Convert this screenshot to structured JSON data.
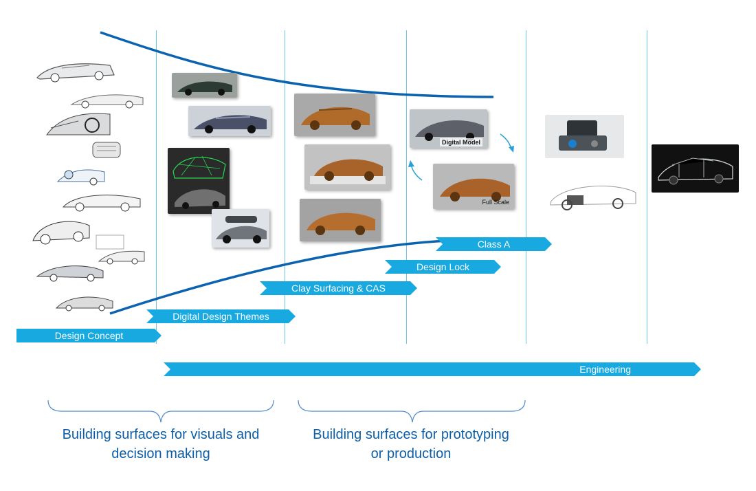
{
  "colors": {
    "arrow": "#17a9df",
    "curve": "#0b63b0",
    "divider": "#6fc8e6",
    "label_text": "#0d5ea8",
    "clay": "#b06a2a"
  },
  "stages": [
    {
      "label": "Design Concept"
    },
    {
      "label": "Digital Design Themes"
    },
    {
      "label": "Clay Surfacing & CAS"
    },
    {
      "label": "Design Lock"
    },
    {
      "label": "Class A"
    }
  ],
  "engineering": {
    "label": "Engineering"
  },
  "images": {
    "digital_model_caption": "Digital Model",
    "full_scale_caption": "Full Scale"
  },
  "phases": [
    {
      "label": "Building surfaces for visuals and decision making"
    },
    {
      "label": "Building surfaces for prototyping or production"
    }
  ],
  "icons": [
    "sketch-car-icon",
    "render-car-icon",
    "clay-model-icon",
    "wireframe-car-icon",
    "engine-icon",
    "chassis-icon",
    "cycle-arrow-icon"
  ]
}
